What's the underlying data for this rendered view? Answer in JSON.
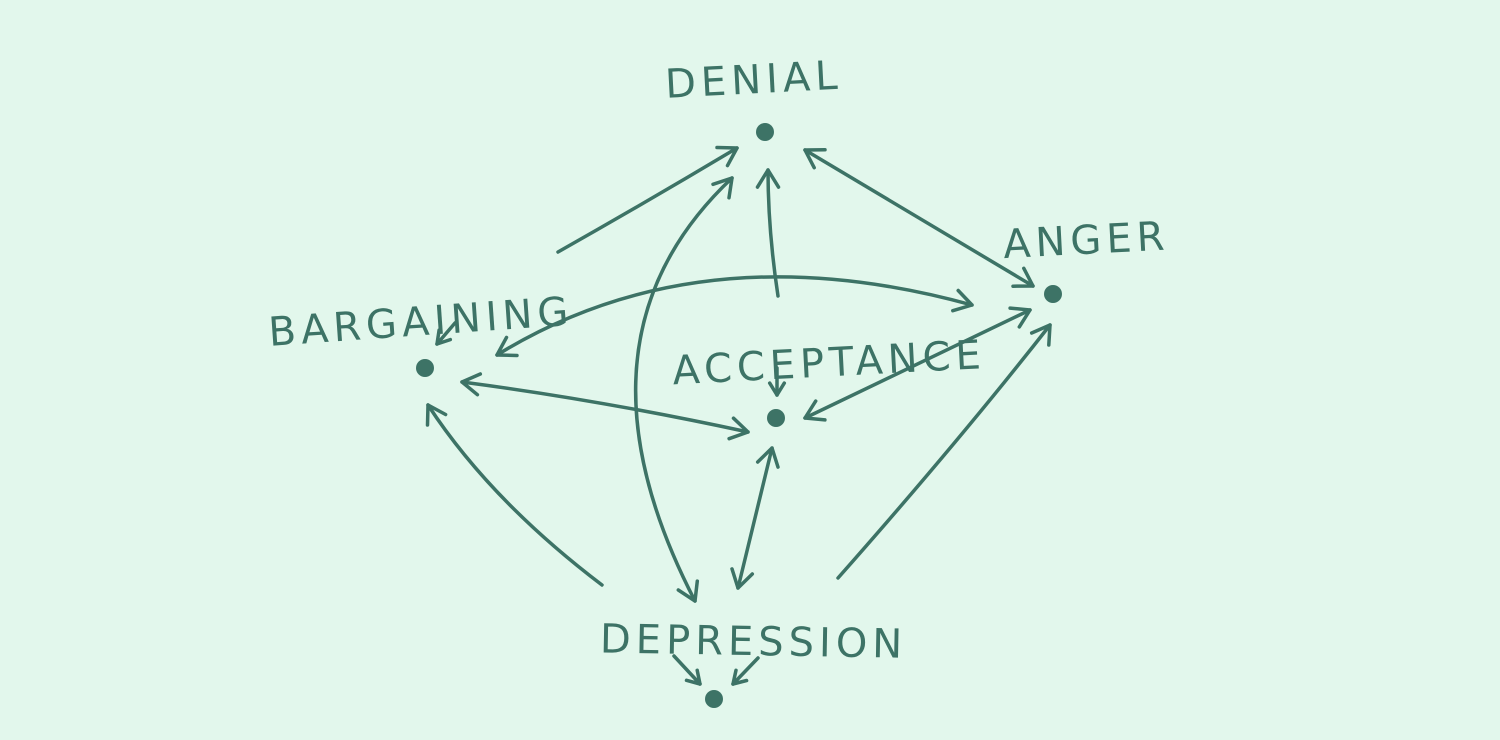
{
  "diagram": {
    "colors": {
      "background": "#e2f7ec",
      "ink": "#3d7366"
    },
    "nodes": [
      {
        "id": "denial",
        "label": "DENIAL"
      },
      {
        "id": "anger",
        "label": "ANGER"
      },
      {
        "id": "bargaining",
        "label": "BARGAINING"
      },
      {
        "id": "acceptance",
        "label": "ACCEPTANCE"
      },
      {
        "id": "depression",
        "label": "DEPRESSION"
      }
    ],
    "edges": [
      {
        "from": "bargaining",
        "to": "denial",
        "direction": "forward"
      },
      {
        "from": "denial",
        "to": "anger",
        "direction": "both"
      },
      {
        "from": "acceptance",
        "to": "denial",
        "direction": "forward"
      },
      {
        "from": "bargaining",
        "to": "anger",
        "direction": "both"
      },
      {
        "from": "denial",
        "to": "depression",
        "direction": "both"
      },
      {
        "from": "bargaining",
        "to": "acceptance",
        "direction": "both"
      },
      {
        "from": "acceptance",
        "to": "anger",
        "direction": "both"
      },
      {
        "from": "acceptance",
        "to": "depression",
        "direction": "both"
      },
      {
        "from": "depression",
        "to": "bargaining",
        "direction": "forward"
      },
      {
        "from": "depression",
        "to": "anger",
        "direction": "forward"
      }
    ]
  }
}
